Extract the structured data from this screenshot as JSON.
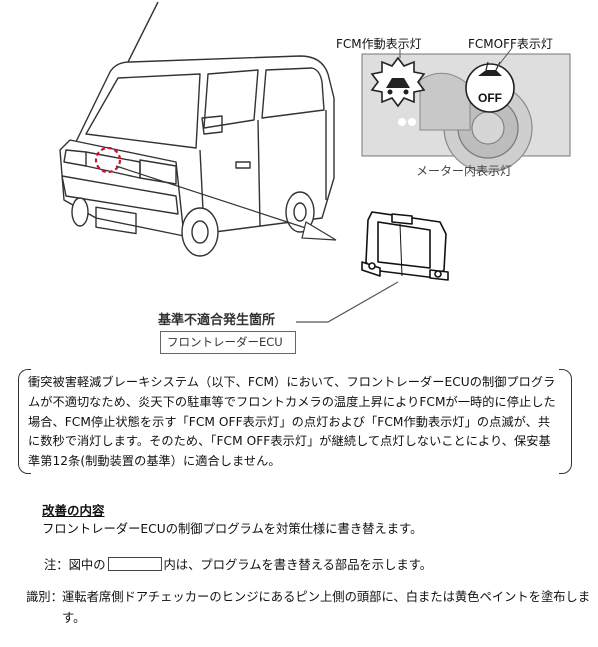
{
  "labels": {
    "fcm_active_lamp": "FCM作動表示灯",
    "fcm_off_lamp": "FCMOFF表示灯",
    "meter_lamps": "メーター内表示灯",
    "off_icon_text": "OFF"
  },
  "nonconformity": {
    "heading": "基準不適合発生箇所",
    "part": "フロントレーダーECU"
  },
  "description": "衝突被害軽減ブレーキシステム（以下、FCM）において、フロントレーダーECUの制御プログラムが不適切なため、炎天下の駐車等でフロントカメラの温度上昇によりFCMが一時的に停止した場合、FCM停止状態を示す「FCM OFF表示灯」の点灯および「FCM作動表示灯」の点滅が、共に数秒で消灯します。そのため、「FCM OFF表示灯」が継続して点灯しないことにより、保安基準第12条(制動装置の基準）に適合しません。",
  "improvement": {
    "title": "改善の内容",
    "body": "フロントレーダーECUの制御プログラムを対策仕様に書き替えます。"
  },
  "note": {
    "prefix": "注：図中の",
    "suffix": "内は、プログラムを書き替える部品を示します。"
  },
  "identification": {
    "label": "識別：",
    "body": "運転者席側ドアチェッカーのヒンジにあるピン上側の頭部に、白または黄色ペイントを塗布します。"
  }
}
